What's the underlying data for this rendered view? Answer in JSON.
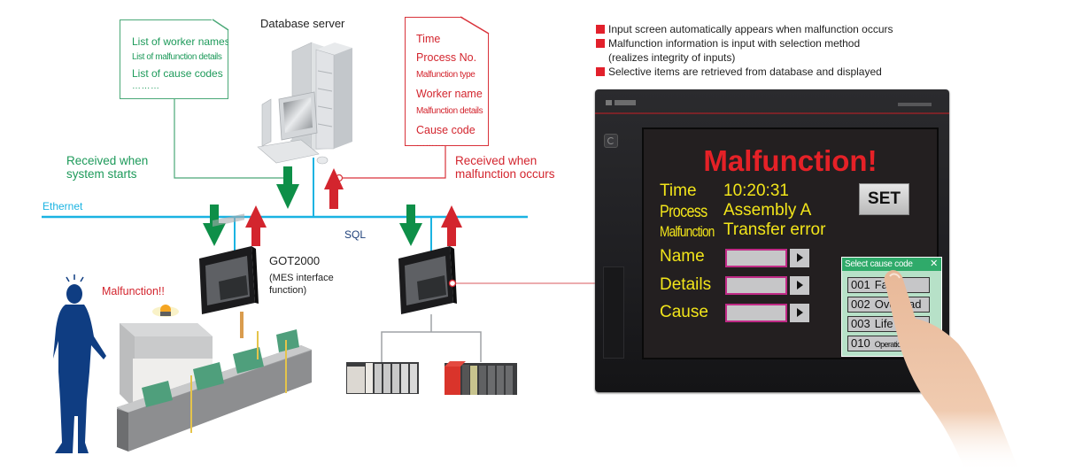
{
  "colors": {
    "ethernet": "#1ab3e2",
    "green_arrow": "#0e8f48",
    "red_arrow": "#d3252e",
    "panel_title": "#e52127",
    "panel_text": "#f2e51a"
  },
  "database": {
    "label": "Database server",
    "icon": "server-and-pc-icon"
  },
  "note_green": {
    "items": [
      "List of worker names",
      "List of malfunction details",
      "List of cause codes",
      "………"
    ]
  },
  "note_red": {
    "items": [
      "Time",
      "Process No.",
      "Malfunction type",
      "Worker name",
      "Malfunction details",
      "Cause code",
      "………"
    ]
  },
  "labels": {
    "received_start": [
      "Received when",
      "system starts"
    ],
    "received_malfunction": [
      "Received when",
      "malfunction occurs"
    ],
    "ethernet": "Ethernet",
    "sql": "SQL",
    "got": "GOT2000",
    "got_sub": [
      "(MES interface",
      "function)"
    ],
    "malfunction_alert": "Malfunction!!"
  },
  "bullets": [
    [
      "Input screen automatically appears when malfunction occurs"
    ],
    [
      "Malfunction information is input with selection method",
      "(realizes integrity of inputs)"
    ],
    [
      "Selective items are retrieved from database and displayed"
    ]
  ],
  "screen": {
    "title": "Malfunction!",
    "rows": [
      {
        "label": "Time",
        "value": "10:20:31"
      },
      {
        "label": "Process",
        "value": "Assembly A"
      },
      {
        "label": "Malfunction",
        "value": "Transfer error"
      }
    ],
    "set_button": "SET",
    "inputs": [
      {
        "label": "Name",
        "value": ""
      },
      {
        "label": "Details",
        "value": ""
      },
      {
        "label": "Cause",
        "value": ""
      }
    ],
    "popup": {
      "title": "Select cause code",
      "close": "✕",
      "options": [
        {
          "code": "001",
          "text": "Fault"
        },
        {
          "code": "002",
          "text": "Overload"
        },
        {
          "code": "003",
          "text": "Life"
        },
        {
          "code": "010",
          "text": "Operation mistake"
        }
      ]
    }
  }
}
